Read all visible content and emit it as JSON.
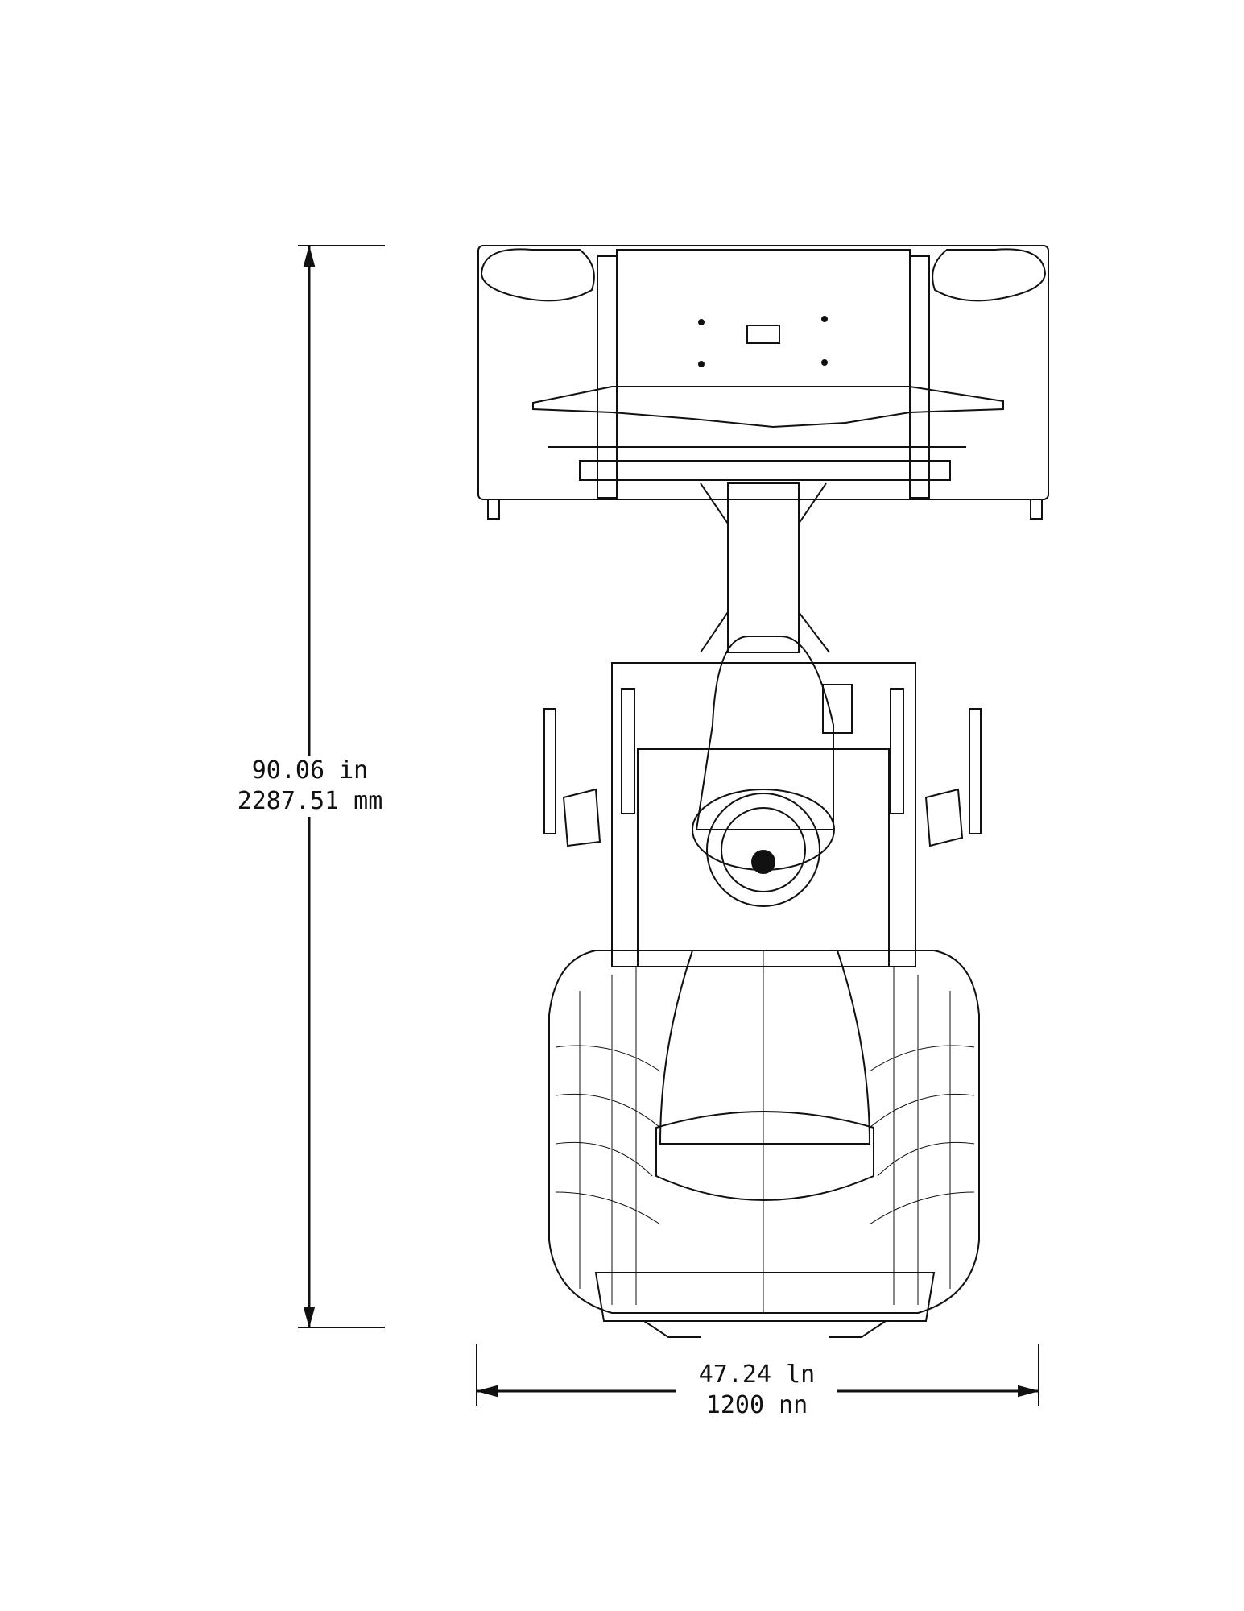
{
  "dimensions": {
    "height": {
      "inches": "90.06 in",
      "millimeters": "2287.51 mm"
    },
    "width": {
      "inches": "47.24 ln",
      "millimeters": "1200 nn"
    }
  },
  "colors": {
    "line": "#111111",
    "background": "#ffffff"
  }
}
